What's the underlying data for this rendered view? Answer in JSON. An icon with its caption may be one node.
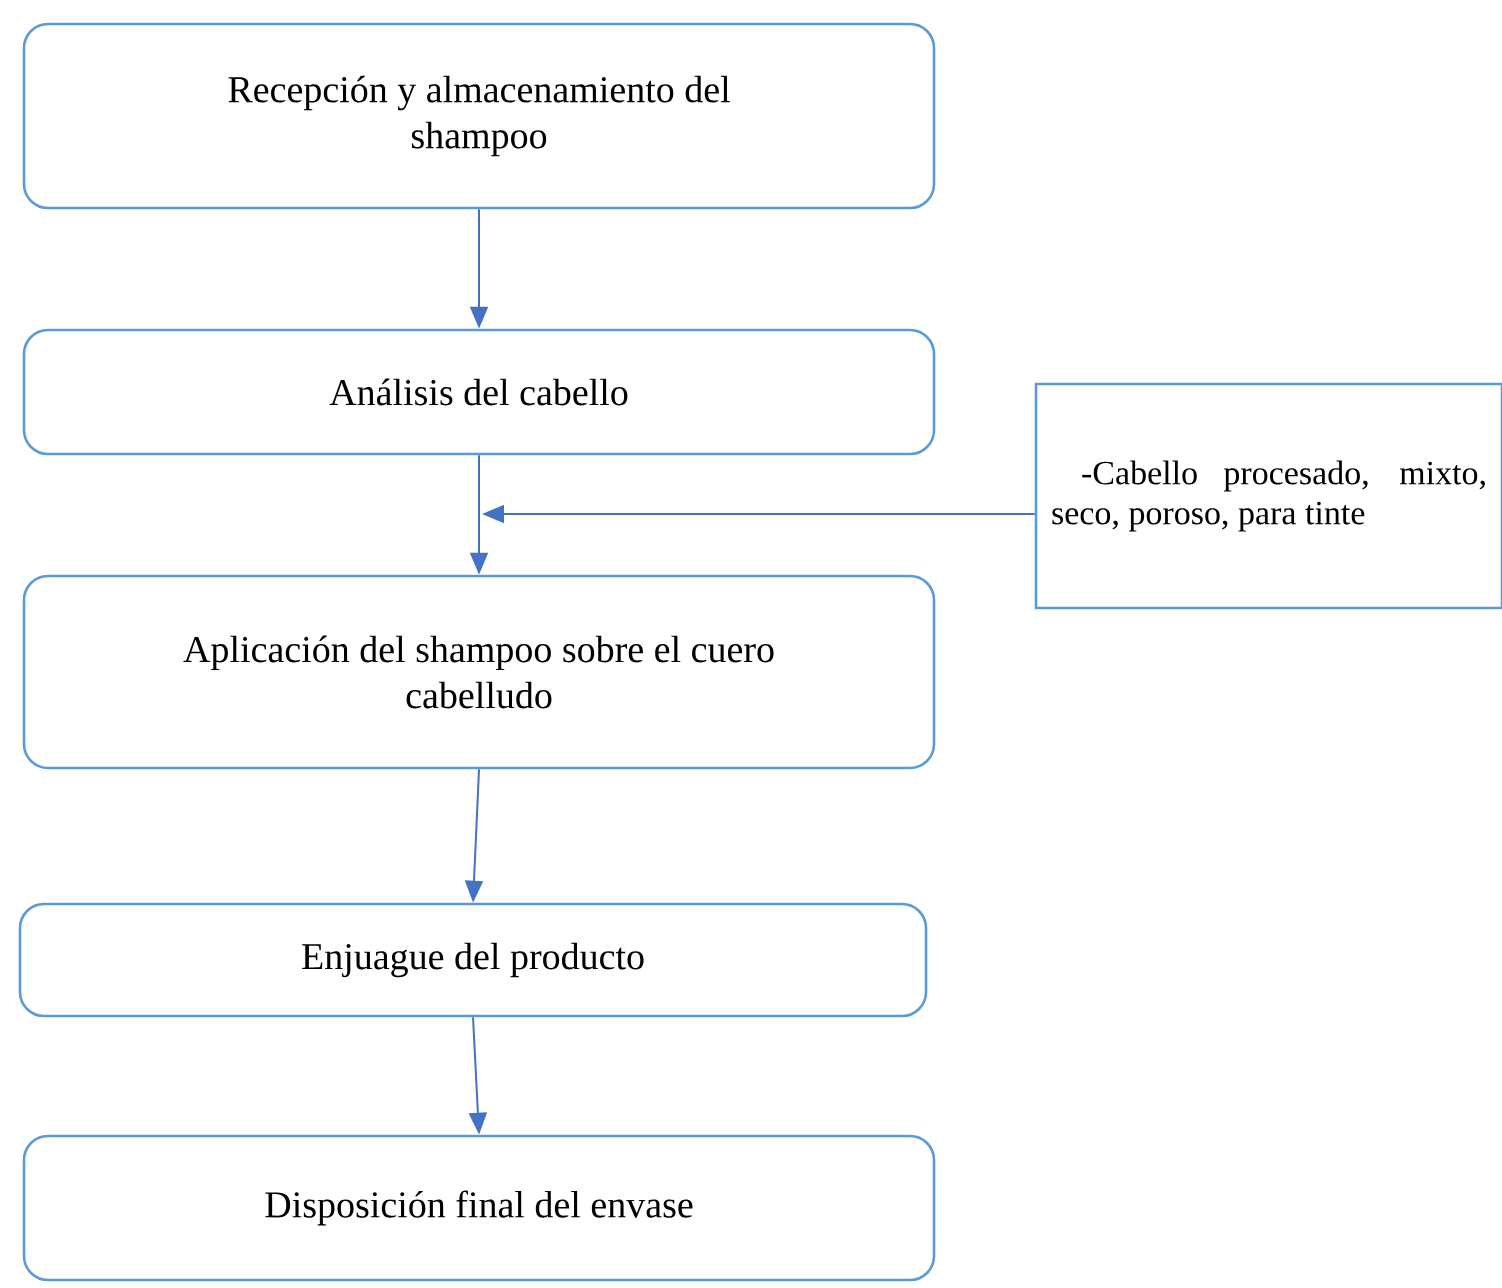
{
  "diagram": {
    "nodes": [
      {
        "text": [
          "Recepción y almacenamiento del shampoo"
        ]
      },
      {
        "text": [
          "Análisis del cabello"
        ]
      },
      {
        "text": [
          "Aplicación del shampoo sobre el cuero cabelludo"
        ]
      },
      {
        "text": [
          "Enjuague del producto"
        ]
      },
      {
        "text": [
          "Disposición final del envase"
        ]
      },
      {
        "text": [
          "-Cabello procesado, mixto, seco, poroso, para tinte"
        ]
      }
    ],
    "edges": [
      {
        "from": 0,
        "to": 1,
        "arrow": "to"
      },
      {
        "from": 1,
        "to": 2,
        "arrow": "to"
      },
      {
        "from": 2,
        "to": 3,
        "arrow": "to"
      },
      {
        "from": 3,
        "to": 4,
        "arrow": "to"
      },
      {
        "from": 5,
        "to": null,
        "arrow": "to"
      }
    ]
  }
}
